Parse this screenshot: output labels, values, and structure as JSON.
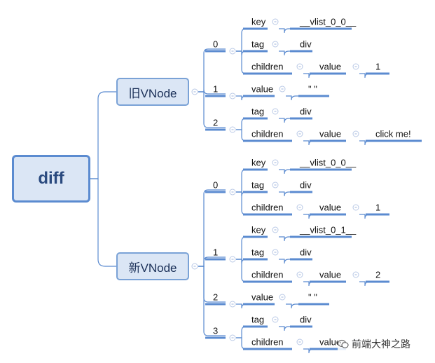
{
  "root": {
    "label": "diff"
  },
  "old_vnode": {
    "label": "旧VNode",
    "children": [
      {
        "index": "0",
        "props": [
          {
            "key": "key",
            "value": "__vlist_0_0__"
          },
          {
            "key": "tag",
            "value": "div"
          },
          {
            "key": "children",
            "value": "value",
            "leaf": "1"
          }
        ]
      },
      {
        "index": "1",
        "props": [
          {
            "key": "value",
            "value": "\" \""
          }
        ]
      },
      {
        "index": "2",
        "props": [
          {
            "key": "tag",
            "value": "div"
          },
          {
            "key": "children",
            "value": "value",
            "leaf": "click me!"
          }
        ]
      }
    ]
  },
  "new_vnode": {
    "label": "新VNode",
    "children": [
      {
        "index": "0",
        "props": [
          {
            "key": "key",
            "value": "__vlist_0_0__"
          },
          {
            "key": "tag",
            "value": "div"
          },
          {
            "key": "children",
            "value": "value",
            "leaf": "1"
          }
        ]
      },
      {
        "index": "1",
        "props": [
          {
            "key": "key",
            "value": "__vlist_0_1__"
          },
          {
            "key": "tag",
            "value": "div"
          },
          {
            "key": "children",
            "value": "value",
            "leaf": "2"
          }
        ]
      },
      {
        "index": "2",
        "props": [
          {
            "key": "value",
            "value": "\" \""
          }
        ]
      },
      {
        "index": "3",
        "props": [
          {
            "key": "tag",
            "value": "div"
          },
          {
            "key": "children",
            "value": "value"
          }
        ]
      }
    ]
  },
  "watermark": {
    "text": "前端大神之路",
    "icon": "wechat-icon"
  },
  "colors": {
    "line": "#5b8bd0",
    "box_fill": "#dbe6f5",
    "root_border": "#5b8bd0",
    "branch_border": "#7aa2d6",
    "root_text": "#2a4a7f"
  }
}
